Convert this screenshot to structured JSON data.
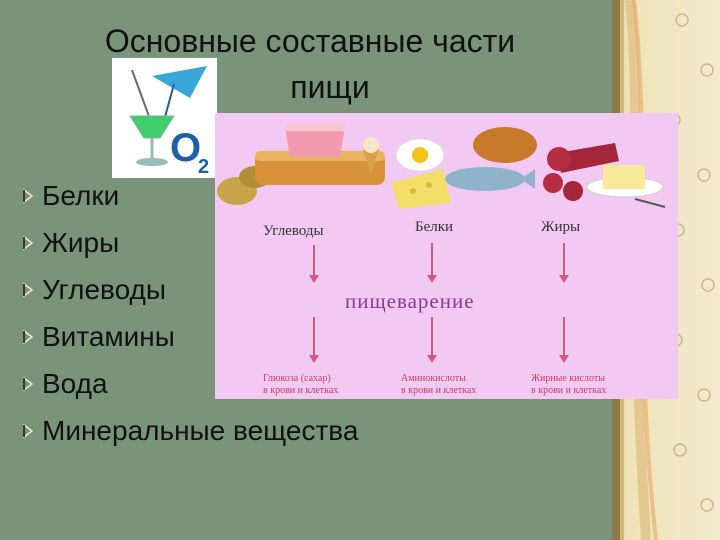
{
  "title": {
    "line1": "Основные составные части",
    "line2": "пищи"
  },
  "nutrients": [
    "Белки",
    "Жиры",
    "Углеводы",
    "Витамины",
    "Вода",
    "Минеральные вещества"
  ],
  "diagram": {
    "categories": [
      "Углеводы",
      "Белки",
      "Жиры"
    ],
    "process": "пищеварение",
    "results": [
      {
        "line1": "Глюкоза (сахар)",
        "line2": "в крови и клетках"
      },
      {
        "line1": "Аминокислоты",
        "line2": "в крови и клетках"
      },
      {
        "line1": "Жирные кислоты",
        "line2": "в крови и клетках"
      }
    ]
  },
  "colors": {
    "background": "#7a947a",
    "diagram_bg": "#f1c9f2",
    "process_text": "#8b3a8b",
    "arrow": "#d15a80"
  }
}
